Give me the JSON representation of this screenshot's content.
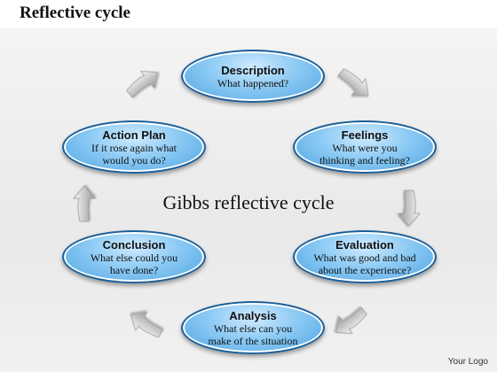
{
  "title": "Reflective cycle",
  "center_title": "Gibbs reflective cycle",
  "logo": "Your Logo",
  "nodes": {
    "description": {
      "title": "Description",
      "text": "What happened?"
    },
    "feelings": {
      "title": "Feelings",
      "text": "What were you\nthinking and feeling?"
    },
    "evaluation": {
      "title": "Evaluation",
      "text": "What was good and bad\nabout the experience?"
    },
    "analysis": {
      "title": "Analysis",
      "text": "What else can you\nmake of the situation"
    },
    "conclusion": {
      "title": "Conclusion",
      "text": "What else could you\nhave done?"
    },
    "action_plan": {
      "title": "Action Plan",
      "text": "If it rose again what\nwould you do?"
    }
  },
  "colors": {
    "node_border": "#1c5f99",
    "node_fill": "#8ccaf4",
    "arrow": "#b8b8b8"
  },
  "icons": [
    "arrow-icon"
  ]
}
